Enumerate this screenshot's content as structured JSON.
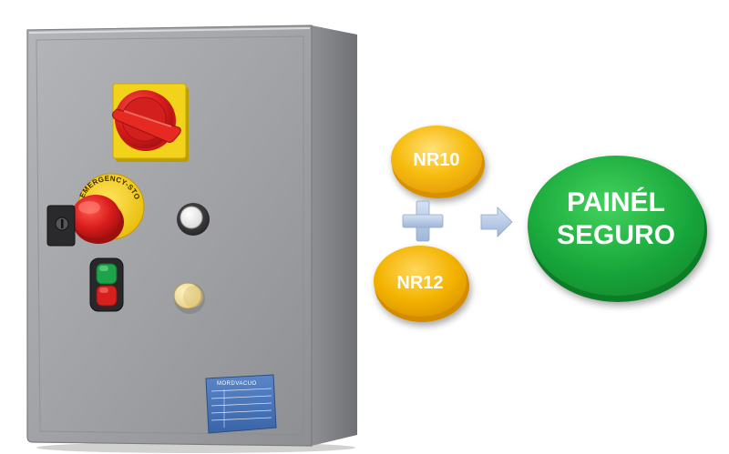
{
  "panel": {
    "emergency_stop_text": "EMERGENCY-STOP",
    "nameplate_brand": "MORDVACUO"
  },
  "equation": {
    "term_1": "NR10",
    "term_2": "NR12",
    "operator_icon": "plus-icon",
    "arrow_icon": "arrow-right-icon",
    "result_line_1": "PAINÉL",
    "result_line_2": "SEGURO"
  },
  "colors": {
    "coin_gold": "#f2b400",
    "result_green": "#17a53a",
    "operator_blue": "#b9cbe6",
    "cabinet_grey": "#9d9ea2",
    "switch_red": "#d61e1e",
    "switch_yellow": "#f5d400"
  }
}
